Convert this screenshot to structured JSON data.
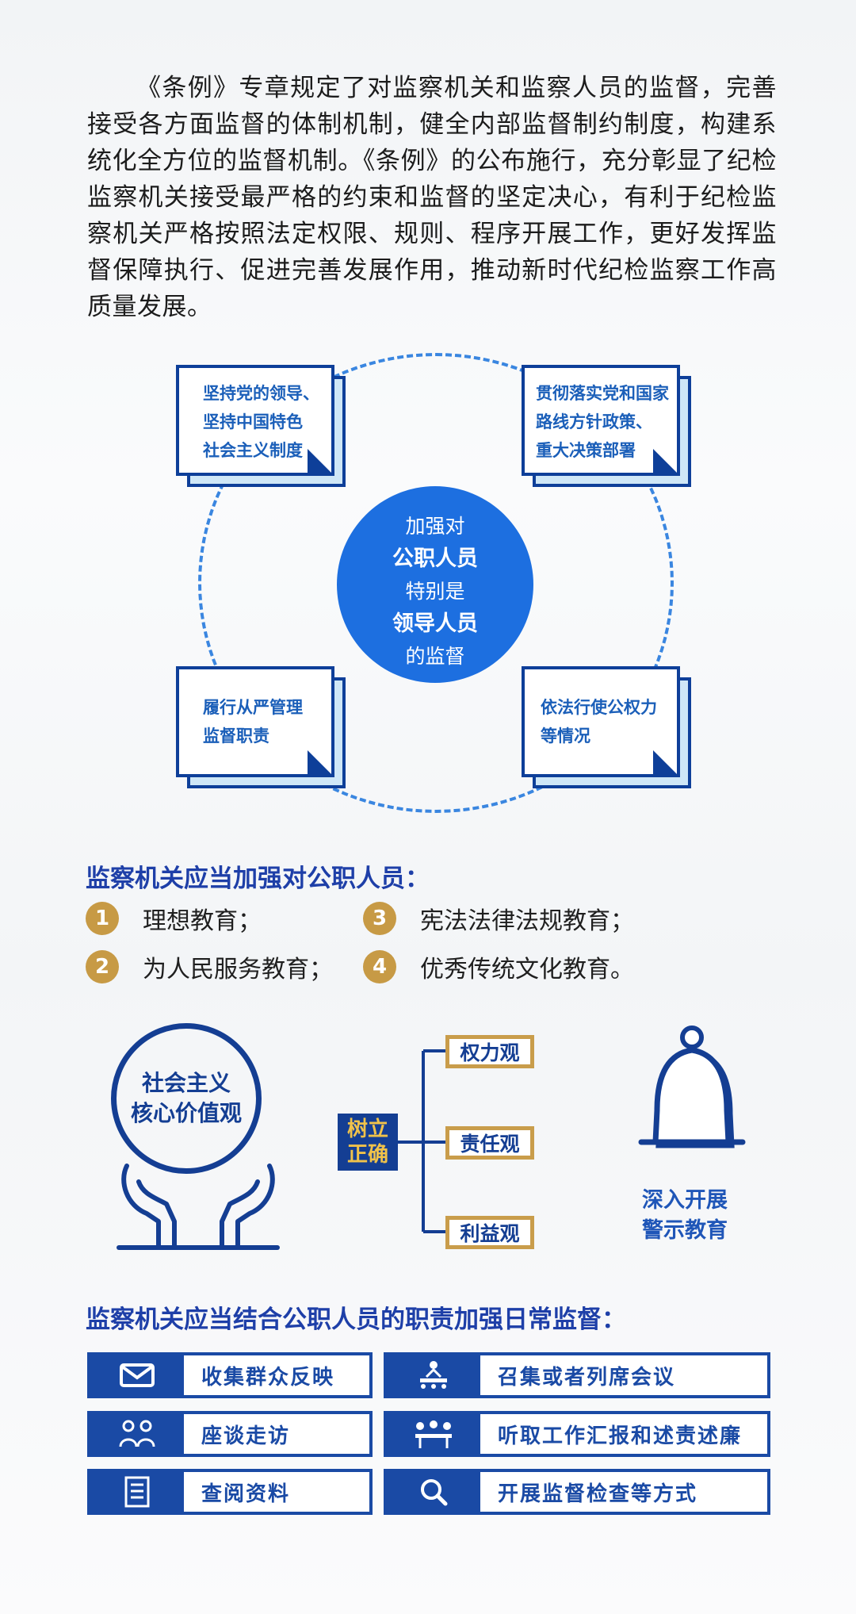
{
  "intro_text": "《条例》专章规定了对监察机关和监察人员的监督，完善接受各方面监督的体制机制，健全内部监督制约制度，构建系统化全方位的监督机制。《条例》的公布施行，充分彰显了纪检监察机关接受最严格的约束和监督的坚定决心，有利于纪检监察机关严格按照法定权限、规则、程序开展工作，更好发挥监督保障执行、促进完善发展作用，推动新时代纪检监察工作高质量发展。",
  "diagram": {
    "center": [
      "加强对",
      "公职人员",
      "特别是",
      "领导人员",
      "的监督"
    ],
    "notes": [
      [
        "坚持党的领导、",
        "坚持中国特色",
        "社会主义制度"
      ],
      [
        "贯彻落实党和国家",
        "路线方针政策、",
        "重大决策部署"
      ],
      [
        "履行从严管理",
        "监督职责"
      ],
      [
        "依法行使公权力",
        "等情况"
      ]
    ]
  },
  "education": {
    "heading": "监察机关应当加强对公职人员：",
    "items": [
      {
        "num": "1",
        "text": "理想教育；"
      },
      {
        "num": "2",
        "text": "为人民服务教育；"
      },
      {
        "num": "3",
        "text": "宪法法律法规教育；"
      },
      {
        "num": "4",
        "text": "优秀传统文化教育。"
      }
    ]
  },
  "values": {
    "circle": [
      "社会主义",
      "核心价值观"
    ],
    "establish": [
      "树立",
      "正确"
    ],
    "items": [
      "权力观",
      "责任观",
      "利益观"
    ],
    "bell_text": [
      "深入开展",
      "警示教育"
    ]
  },
  "daily": {
    "heading": "监察机关应当结合公职人员的职责加强日常监督：",
    "items": [
      {
        "icon": "envelope-icon",
        "label": "收集群众反映"
      },
      {
        "icon": "meeting-icon",
        "label": "召集或者列席会议"
      },
      {
        "icon": "talk-icon",
        "label": "座谈走访"
      },
      {
        "icon": "report-icon",
        "label": "听取工作汇报和述责述廉"
      },
      {
        "icon": "document-icon",
        "label": "查阅资料"
      },
      {
        "icon": "search-icon",
        "label": "开展监督检查等方式"
      }
    ]
  },
  "colors": {
    "primary": "#1a4aa5",
    "accent_gold": "#c79a45",
    "light_blue": "#1d6fe0"
  }
}
